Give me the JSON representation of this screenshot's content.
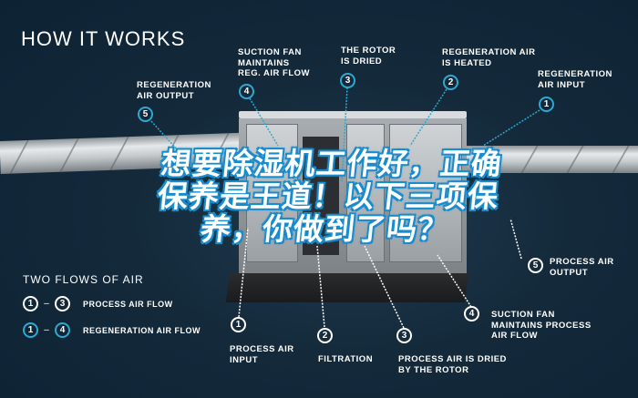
{
  "title": "HOW IT WORKS",
  "top_labels": [
    {
      "num": "5",
      "text": [
        "REGENERATION",
        "AIR OUTPUT"
      ]
    },
    {
      "num": "4",
      "text": [
        "SUCTION FAN",
        "MAINTAINS",
        "REG. AIR FLOW"
      ]
    },
    {
      "num": "3",
      "text": [
        "THE ROTOR",
        "IS DRIED"
      ]
    },
    {
      "num": "2",
      "text": [
        "REGENERATION AIR",
        "IS HEATED"
      ]
    },
    {
      "num": "1",
      "text": [
        "REGENERATION",
        "AIR INPUT"
      ]
    }
  ],
  "bottom_labels": [
    {
      "num": "1",
      "text": [
        "PROCESS AIR",
        "INPUT"
      ]
    },
    {
      "num": "2",
      "text": [
        "FILTRATION"
      ]
    },
    {
      "num": "3",
      "text": [
        "PROCESS AIR IS DRIED",
        "BY THE ROTOR"
      ]
    },
    {
      "num": "4",
      "text": [
        "SUCTION FAN",
        "MAINTAINS PROCESS",
        "AIR FLOW"
      ]
    },
    {
      "num": "5",
      "text": [
        "PROCESS AIR",
        "OUTPUT"
      ]
    }
  ],
  "legend": {
    "title": "TWO FLOWS OF AIR",
    "rows": [
      {
        "from": "1",
        "to": "3",
        "label": "PROCESS AIR FLOW",
        "color": "#ffffff"
      },
      {
        "from": "1",
        "to": "4",
        "label": "REGENERATION AIR FLOW",
        "color": "#2ea8d0"
      }
    ]
  },
  "headline": {
    "lines": [
      "想要除湿机工作好，正确",
      "保养是王道！以下三项保",
      "养，你做到了吗？"
    ]
  },
  "colors": {
    "background": "#142a3b",
    "regeneration_accent": "#2ea8d0",
    "process_accent": "#ffffff",
    "headline_stroke": "#1a8ccd"
  }
}
